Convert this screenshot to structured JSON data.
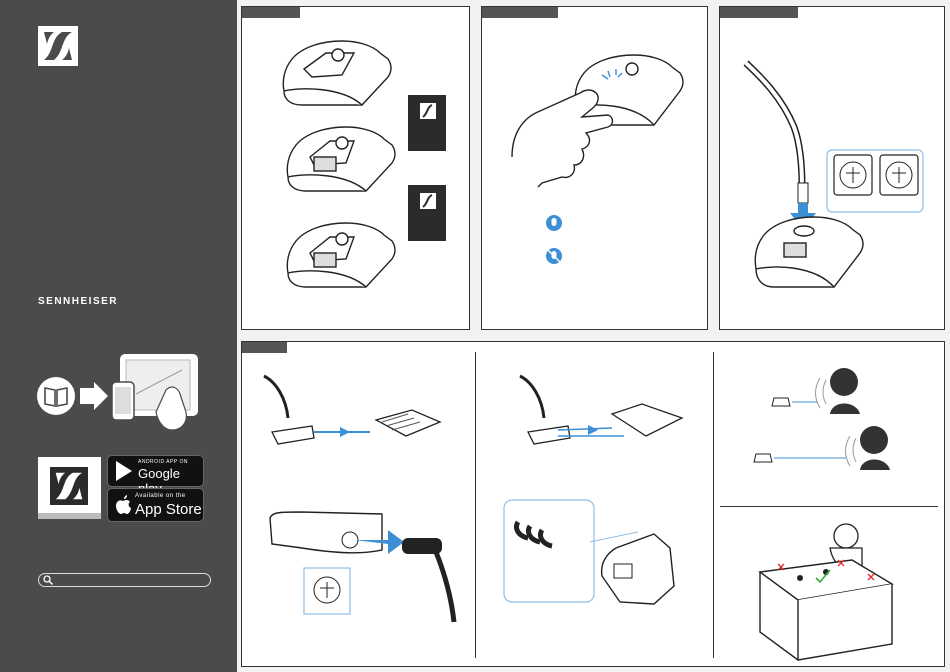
{
  "brand": {
    "name": "SENNHEISER"
  },
  "stores": {
    "google_small": "ANDROID APP ON",
    "google_big": "Google play",
    "apple_small": "Available on the",
    "apple_big": "App Store"
  },
  "search": {
    "placeholder": ""
  },
  "colors": {
    "sidebar": "#4b4b4b",
    "accent": "#3d8fd6",
    "ok": "#3aaa35",
    "error": "#e03030"
  },
  "icons": {
    "search": "search-icon",
    "logo": "sennheiser-logo-icon",
    "manual": "manual-book-icon",
    "arrow": "arrow-right-icon",
    "mic_on": "microphone-on-icon",
    "mic_off": "microphone-muted-icon"
  }
}
